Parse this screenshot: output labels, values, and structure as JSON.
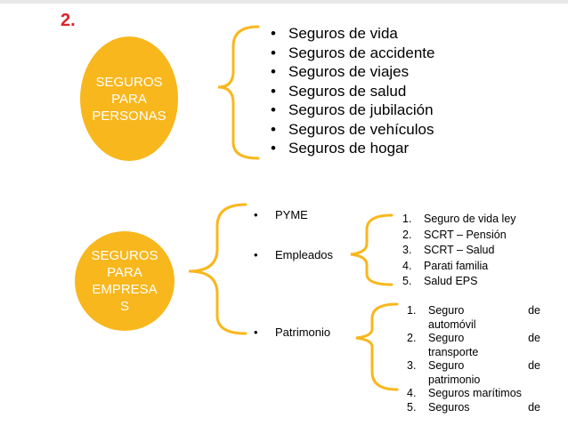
{
  "slide_number": "2.",
  "personas": {
    "label": "SEGUROS\nPARA\nPERSONAS",
    "items": [
      "Seguros de vida",
      "Seguros de accidente",
      "Seguros de viajes",
      "Seguros de salud",
      "Seguros de jubilación",
      "Seguros de vehículos",
      "Seguros de hogar"
    ]
  },
  "empresas": {
    "label": "SEGUROS\nPARA\nEMPRESA\nS",
    "categories": [
      "PYME",
      "Empleados",
      "Patrimonio"
    ],
    "empleados_items": [
      {
        "num": "1.",
        "text": "Seguro de vida ley"
      },
      {
        "num": "2.",
        "text": "SCRT – Pensión"
      },
      {
        "num": "3.",
        "text": "SCRT – Salud"
      },
      {
        "num": "4.",
        "text": "Parati familia"
      },
      {
        "num": "5.",
        "text": "Salud EPS"
      }
    ],
    "patrimonio_items": [
      {
        "num": "1.",
        "w1": "Seguro",
        "w2": "de",
        "line2": "automóvil"
      },
      {
        "num": "2.",
        "w1": "Seguro",
        "w2": "de",
        "line2": "transporte"
      },
      {
        "num": "3.",
        "w1": "Seguro",
        "w2": "de",
        "line2": "patrimonio"
      },
      {
        "num": "4.",
        "w1": "Seguros marítimos",
        "w2": "",
        "line2": ""
      },
      {
        "num": "5.",
        "w1": "Seguros",
        "w2": "de",
        "line2": ""
      }
    ]
  },
  "colors": {
    "circle": "#f8b71c",
    "brace": "#f8b71c",
    "slide_number": "#d9262b"
  }
}
